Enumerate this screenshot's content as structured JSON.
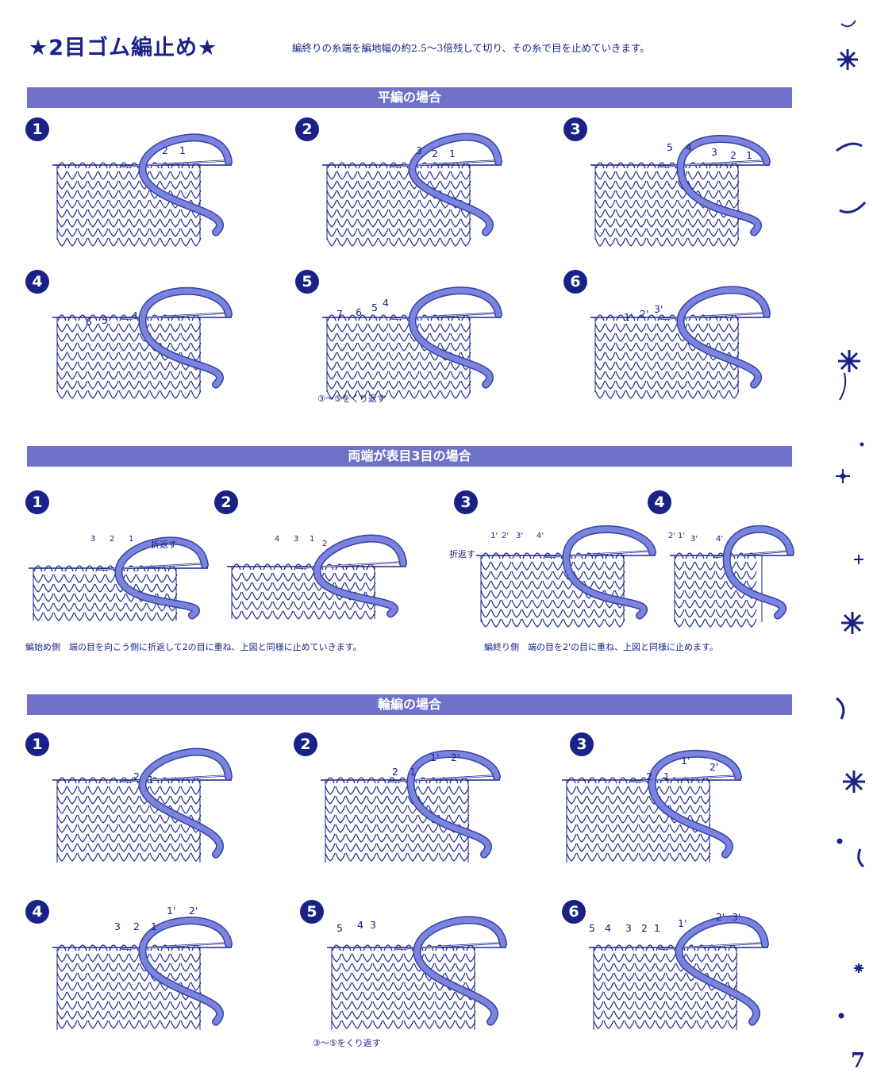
{
  "page": {
    "title": "★2目ゴム編止め★",
    "intro": "編終りの糸端を編地幅の約2.5〜3倍残して切り、その糸で目を止めていきます。",
    "page_number": "7"
  },
  "colors": {
    "ink": "#1a2288",
    "yarn": "#7b84dd",
    "yarn_dark": "#3440a8",
    "band": "#6f72c8"
  },
  "sections": {
    "flat": {
      "heading": "平編の場合",
      "steps": [
        {
          "num": "1",
          "labels": [
            "2",
            "1"
          ]
        },
        {
          "num": "2",
          "labels": [
            "3",
            "2",
            "1"
          ]
        },
        {
          "num": "3",
          "labels": [
            "5",
            "4",
            "3",
            "2",
            "1"
          ]
        },
        {
          "num": "4",
          "labels": [
            "6",
            "5",
            "4"
          ]
        },
        {
          "num": "5",
          "labels": [
            "7",
            "6",
            "5",
            "4"
          ]
        },
        {
          "num": "6",
          "labels": [
            "1'",
            "2'",
            "3'"
          ]
        }
      ],
      "repeat_note": "③〜⑤をくり返す"
    },
    "edges": {
      "heading": "両端が表目3目の場合",
      "steps": [
        {
          "num": "1",
          "labels": [
            "3",
            "2",
            "1"
          ],
          "fold_label": "折返す"
        },
        {
          "num": "2",
          "labels": [
            "4",
            "3",
            "1",
            "2"
          ]
        },
        {
          "num": "3",
          "labels": [
            "1'",
            "2'",
            "3'",
            "4'"
          ],
          "fold_label": "折返す"
        },
        {
          "num": "4",
          "labels": [
            "2'",
            "1'",
            "3'",
            "4'"
          ]
        }
      ],
      "caption_left": "編始め側　端の目を向こう側に折返して2の目に重ね、上図と同様に止めていきます。",
      "caption_right": "編終り側　端の目を2'の目に重ね、上図と同様に止めます。"
    },
    "round": {
      "heading": "輪編の場合",
      "steps": [
        {
          "num": "1",
          "labels": [
            "2",
            "1"
          ]
        },
        {
          "num": "2",
          "labels": [
            "2",
            "1",
            "1'",
            "2'"
          ]
        },
        {
          "num": "3",
          "labels": [
            "2",
            "1",
            "1'",
            "2'"
          ]
        },
        {
          "num": "4",
          "labels": [
            "3",
            "2",
            "1",
            "1'",
            "2'"
          ]
        },
        {
          "num": "5",
          "labels": [
            "5",
            "4",
            "3"
          ]
        },
        {
          "num": "6",
          "labels": [
            "5",
            "4",
            "3",
            "2",
            "1",
            "1'",
            "2'",
            "3'"
          ]
        }
      ],
      "repeat_note": "③〜⑤をくり返す"
    }
  }
}
